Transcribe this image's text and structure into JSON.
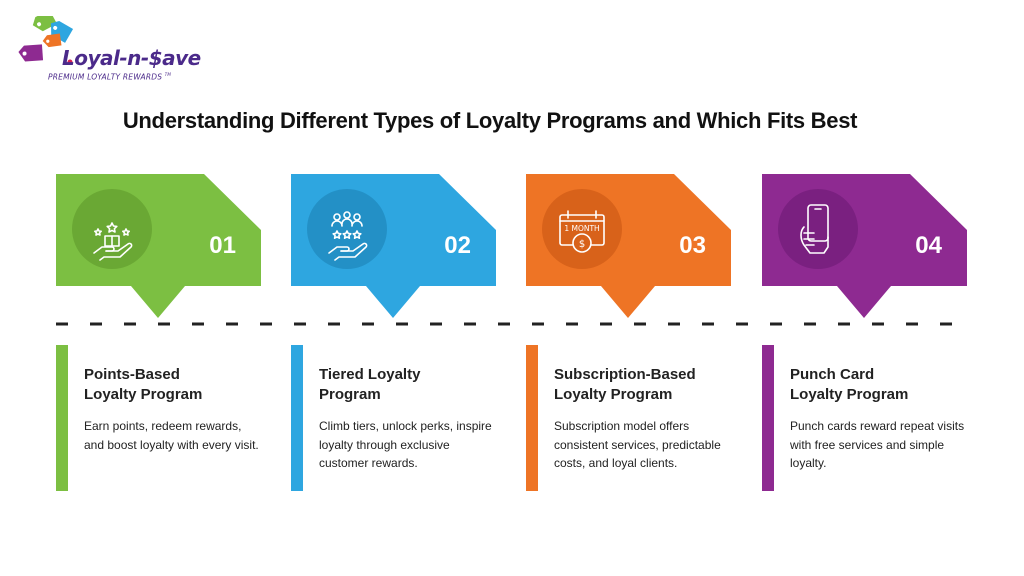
{
  "brand": {
    "name": "Loyal-n-$ave",
    "tagline": "PREMIUM LOYALTY REWARDS",
    "trademark": "TM",
    "colors": {
      "purple": "#4b2a8a",
      "green": "#7cbf42",
      "blue": "#2ea6e0",
      "orange": "#ee7425",
      "violet": "#8e2a91"
    }
  },
  "title": "Understanding Different Types of Loyalty Programs and Which Fits Best",
  "icon_badge": {
    "month_label": "1 MONTH"
  },
  "steps": [
    {
      "number": "01",
      "color": "#7cbf42",
      "icon": "hand-gift-stars-icon",
      "title_line1": "Points-Based",
      "title_line2": "Loyalty Program",
      "description": "Earn points, redeem rewards, and boost loyalty with every visit."
    },
    {
      "number": "02",
      "color": "#2ea6e0",
      "icon": "hand-people-stars-icon",
      "title_line1": "Tiered Loyalty",
      "title_line2": "Program",
      "description": "Climb tiers, unlock perks, inspire loyalty through exclusive customer rewards."
    },
    {
      "number": "03",
      "color": "#ee7425",
      "icon": "calendar-month-coin-icon",
      "title_line1": "Subscription-Based",
      "title_line2": "Loyalty Program",
      "description": "Subscription model offers consistent services, predictable costs, and loyal clients."
    },
    {
      "number": "04",
      "color": "#8e2a91",
      "icon": "hand-phone-icon",
      "title_line1": "Punch Card",
      "title_line2": "Loyalty Program",
      "description": "Punch cards reward repeat visits with free services and simple loyalty."
    }
  ]
}
